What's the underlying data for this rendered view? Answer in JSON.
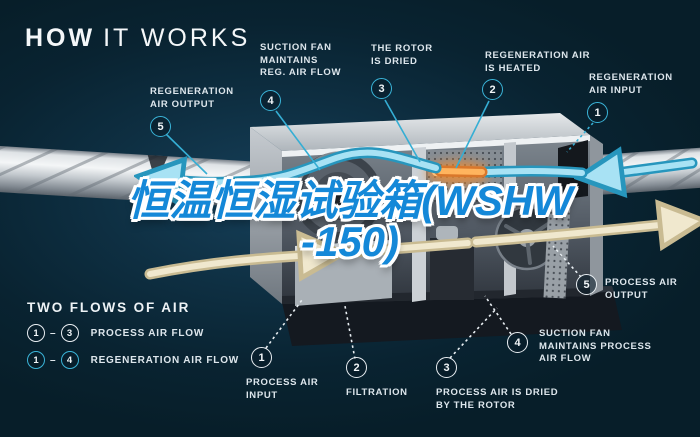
{
  "header": {
    "title_bold": "HOW",
    "title_light": "IT WORKS"
  },
  "overlay": {
    "line1": "恒温恒湿试验箱(WSHW",
    "line2": "-150)"
  },
  "callouts": {
    "regen_output": {
      "num": "5",
      "text": "REGENERATION\nAIR OUTPUT"
    },
    "suction_regen": {
      "num": "4",
      "text": "SUCTION FAN\nMAINTAINS\nREG. AIR FLOW"
    },
    "rotor_dried": {
      "num": "3",
      "text": "THE ROTOR\nIS DRIED"
    },
    "regen_heated": {
      "num": "2",
      "text": "REGENERATION AIR\nIS HEATED"
    },
    "regen_input": {
      "num": "1",
      "text": "REGENERATION\nAIR INPUT"
    },
    "process_output": {
      "num": "5",
      "text": "PROCESS AIR\nOUTPUT"
    },
    "process_input": {
      "num": "1",
      "text": "PROCESS AIR\nINPUT"
    },
    "filtration": {
      "num": "2",
      "text": "FILTRATION"
    },
    "process_dried": {
      "num": "3",
      "text": "PROCESS AIR IS DRIED\nBY THE ROTOR"
    },
    "suction_process": {
      "num": "4",
      "text": "SUCTION FAN\nMAINTAINS PROCESS\nAIR FLOW"
    }
  },
  "legend": {
    "title": "TWO FLOWS OF AIR",
    "dash": "–",
    "rows": [
      {
        "start": "1",
        "end": "3",
        "label": "PROCESS AIR FLOW",
        "style": "process"
      },
      {
        "start": "1",
        "end": "4",
        "label": "REGENERATION AIR FLOW",
        "style": "regen"
      }
    ]
  },
  "colors": {
    "background": "#0a2431",
    "accent_cyan": "#3ab4d8",
    "process_white": "#e9eef2",
    "overlay_blue": "#1488d8",
    "heater_orange": "#f08c32",
    "cream_flow": "#f0e8ce"
  }
}
